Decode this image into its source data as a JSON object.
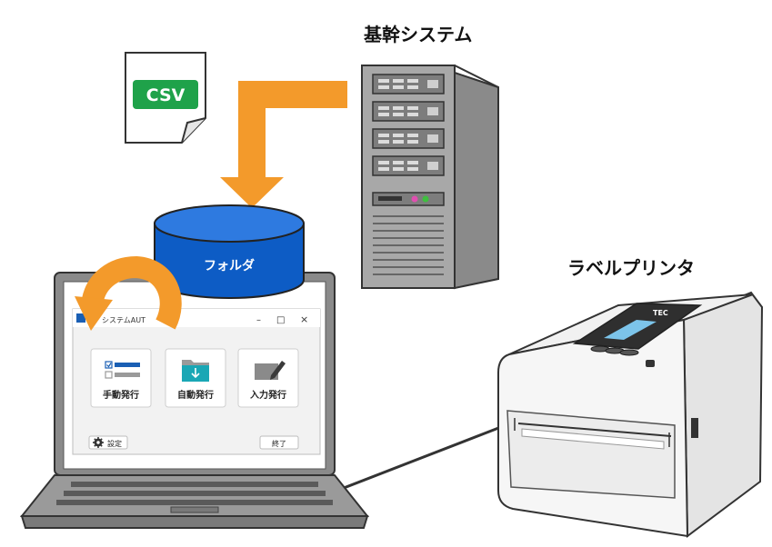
{
  "labels": {
    "core_system": "基幹システム",
    "label_printer": "ラベルプリンタ",
    "folder": "フォルダ",
    "csv": "CSV"
  },
  "app_window": {
    "title": "システムAUT",
    "buttons": {
      "manual": "手動発行",
      "auto": "自動発行",
      "input": "入力発行",
      "settings": "設定",
      "exit": "終了"
    },
    "controls": {
      "minimize": "–",
      "maximize": "□",
      "close": "×"
    }
  },
  "printer_logo": "TEC",
  "colors": {
    "arrow": "#f39a2b",
    "folder_blue": "#0d5cc5",
    "csv_green": "#1fa24a",
    "teal": "#1aa7b5",
    "dark": "#3a3a3a"
  }
}
